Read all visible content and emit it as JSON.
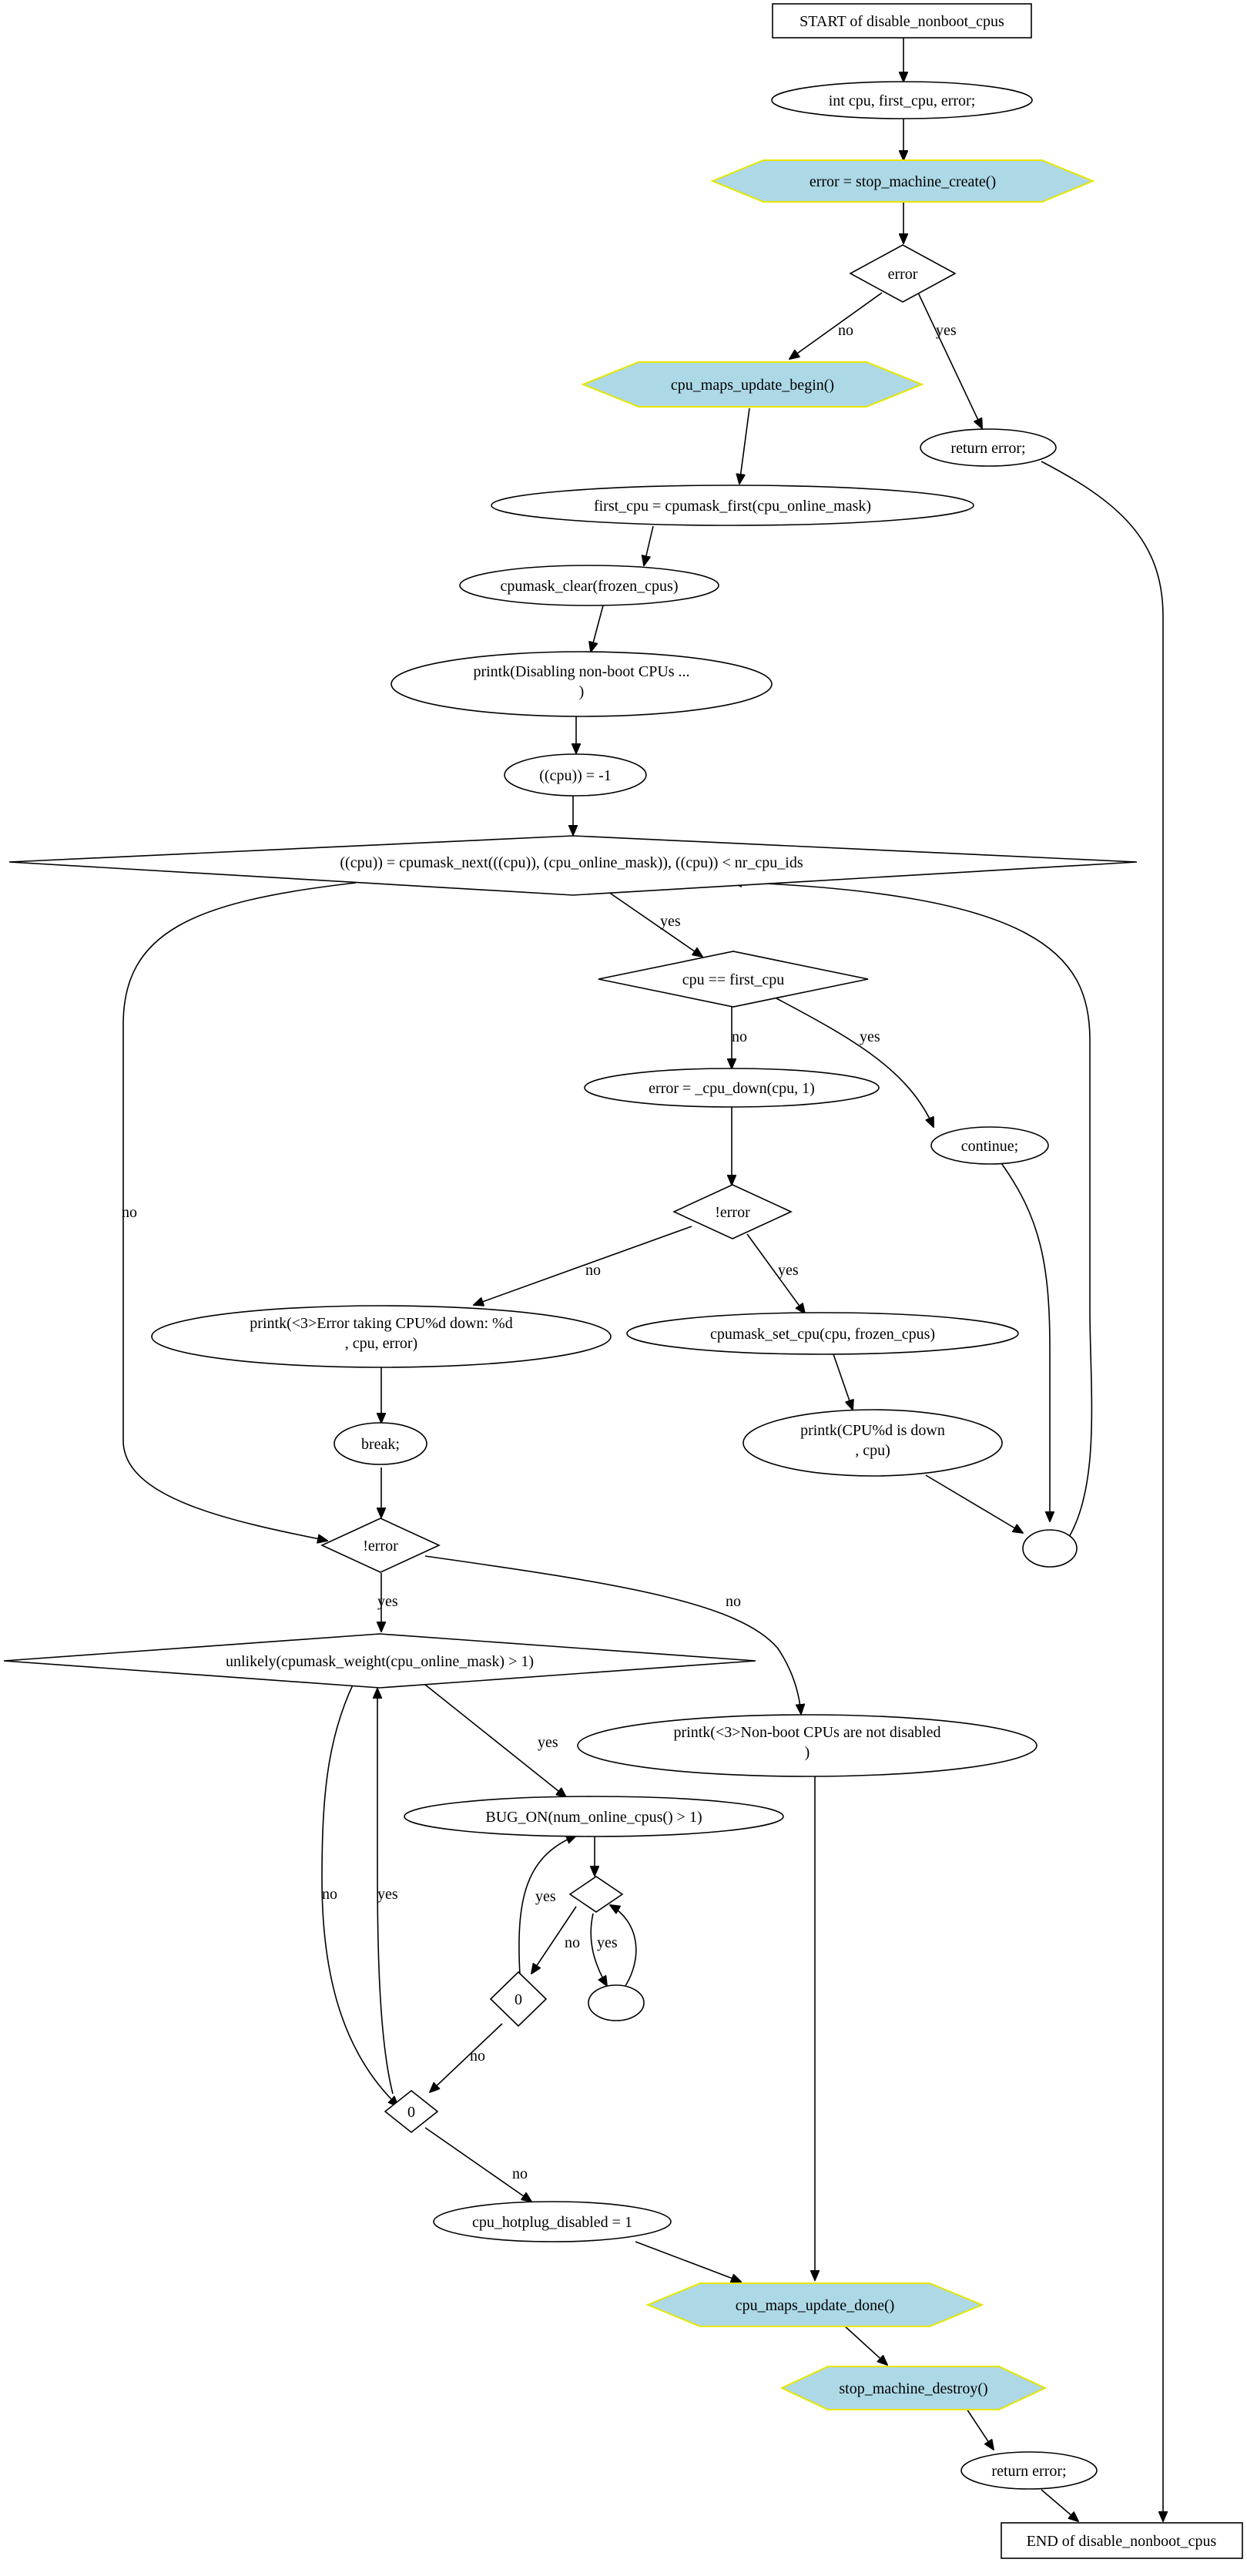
{
  "diagram": {
    "nodes": {
      "start": "START of disable_nonboot_cpus",
      "decl": "int cpu, first_cpu, error;",
      "stop_create": "error = stop_machine_create()",
      "error_cond": "error",
      "return_error_1": "return error;",
      "maps_begin": "cpu_maps_update_begin()",
      "first_cpu": "first_cpu = cpumask_first(cpu_online_mask)",
      "cpumask_clear": "cpumask_clear(frozen_cpus)",
      "printk_disabling_l1": "printk(Disabling non-boot CPUs ...",
      "printk_disabling_l2": ")",
      "cpu_init": "((cpu)) = -1",
      "loop_cond": "((cpu)) = cpumask_next(((cpu)), (cpu_online_mask)), ((cpu)) < nr_cpu_ids",
      "cpu_eq_first": "cpu == first_cpu",
      "cpu_down": "error = _cpu_down(cpu, 1)",
      "continue_stmt": "continue;",
      "not_error_1": "!error",
      "printk_err_l1": "printk(<3>Error taking CPU%d down: %d",
      "printk_err_l2": ", cpu, error)",
      "cpumask_set": "cpumask_set_cpu(cpu, frozen_cpus)",
      "break_stmt": "break;",
      "printk_down_l1": "printk(CPU%d is down",
      "printk_down_l2": ", cpu)",
      "not_error_2": "!error",
      "unlikely": "unlikely(cpumask_weight(cpu_online_mask) > 1)",
      "printk_notdis_l1": "printk(<3>Non-boot CPUs are not disabled",
      "printk_notdis_l2": ")",
      "bug_on": "BUG_ON(num_online_cpus() > 1)",
      "zero_1": "0",
      "zero_2": "0",
      "hotplug": "cpu_hotplug_disabled = 1",
      "maps_done": "cpu_maps_update_done()",
      "stop_destroy": "stop_machine_destroy()",
      "return_error_2": "return error;",
      "end": "END of disable_nonboot_cpus"
    },
    "edge_labels": {
      "yes": "yes",
      "no": "no"
    },
    "colors": {
      "call_fill": "#add8e6",
      "call_border": "#e6e600",
      "stroke": "#000000"
    }
  }
}
